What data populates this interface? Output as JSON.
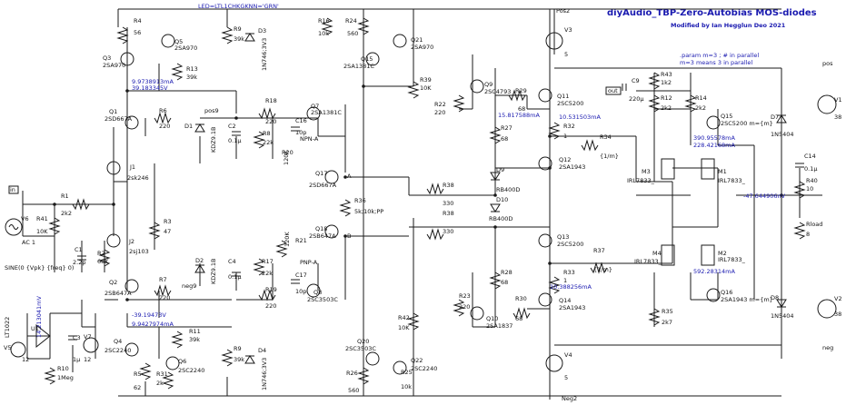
{
  "title": "diyAudio_TBP-Zero-Autobias MOS-diodes",
  "subtitle": "Modified by Ian Hegglun Deo 2021",
  "led_directive": "LED=LTL1CHKGKNN='GRN'",
  "param_note1": ".param m=3 ; # in parallel",
  "param_note2": "m=3 means 3 in parallel",
  "nets": {
    "pos2": "Pos2",
    "neg2": "Neg2",
    "pos": "pos",
    "neg": "neg",
    "pos9": "pos9",
    "neg9": "neg9",
    "npn": "NPN-A",
    "pnp": "PNP-A",
    "a": "A",
    "b": "B",
    "out": "out",
    "in": "in"
  },
  "voltage_readouts": {
    "v1": "9.9738913mA",
    "v2": "39.183345V",
    "v3": "-39.19473V",
    "v4": "9.9427974mA",
    "v5": "15.817588mA",
    "v6": "10.531503mA",
    "v7": "390.95578mA",
    "v8": "228.42168mA",
    "v9": "-47.644906nV",
    "v10": "592.28314mA",
    "v11": "10.388256mA",
    "v12": "14.213041mV"
  },
  "components": {
    "R4": "R4",
    "R4v": "56",
    "Q5": "Q5",
    "Q5p": "2SA970",
    "Q3": "Q3",
    "Q3p": "2SA970",
    "R13": "R13",
    "R13v": "39k",
    "R9t": "R9",
    "R9tv": "39k",
    "D3": "D3",
    "D3p": "1N746;3V3",
    "R16": "R16",
    "R16v": "10k",
    "R24": "R24",
    "R24v": "560",
    "Q21": "Q21",
    "Q21p": "2SA970",
    "Q15": "Q15",
    "Q15p": "2SA1381C",
    "R39": "R39",
    "R39v": "10K",
    "Q9": "Q9",
    "Q9p": "2SC4793",
    "R22": "R22",
    "R22v": "220",
    "R29": "R29",
    "R29v": "68",
    "Q11": "Q11",
    "Q11p": "2SC5200",
    "V3": "V3",
    "V3v": "5",
    "C9": "C9",
    "C9v": "220µ",
    "R43": "R43",
    "R43v": "1k2",
    "R12": "R12",
    "R12v": "2k2",
    "R14": "R14",
    "R14v": "2k2",
    "Q15b": "Q15",
    "Q15bp": "2SC5200 m={m}",
    "D7": "D7",
    "D7p": "1N5404",
    "V1": "V1",
    "V1v": "38",
    "Q1": "Q1",
    "Q1p": "2SD667A",
    "R6": "R6",
    "R6v": "220",
    "D1": "D1",
    "D1p": "KDZ9.1B",
    "C2": "C2",
    "C2v": "0.1µ",
    "R18": "R18",
    "R18v": "220",
    "Q7": "Q7",
    "Q7p": "2SA1381C",
    "C16": "C16",
    "C16v": "10p",
    "R8": "R8",
    "R8v": "22k",
    "R20": "R20",
    "R20v": "120K",
    "R27": "R27",
    "R27v": "68",
    "R32": "R32",
    "R32v": "1",
    "R34": "R34",
    "R34v": "{1/m}",
    "Q12": "Q12",
    "Q12p": "2SA1943",
    "M3": "M3",
    "M3p": "IRL7833_",
    "M1": "M1",
    "M1p": "IRL7833_",
    "C14": "C14",
    "C14v": "0.1µ",
    "R40": "R40",
    "R40v": "10",
    "R41": "R41",
    "R41v": "10K",
    "R1": "R1",
    "R1v": "2k2",
    "V6": "V6",
    "V6v": "AC 1",
    "V6s": "SINE(0 {Vpk} {freq} 0)",
    "J1": "J1",
    "J1p": "2sk246",
    "Q17": "Q17",
    "Q17p": "2SD667A",
    "R36": "R36",
    "R36v": "5k;10k;PP",
    "D9": "D9",
    "D9p": "RB400D",
    "D10": "D10",
    "D10p": "RB400D",
    "R38a": "R38",
    "R38av": "330",
    "R38b": "R38",
    "R38bv": "330",
    "R3": "R3",
    "R3v": "47",
    "Rload": "Rload",
    "Rloadv": "8",
    "C1": "C1",
    "C1v": "2.2p",
    "R2": "R2",
    "R2v": "68K",
    "J2": "J2",
    "J2p": "2sj103",
    "R21": "R21",
    "R21v": "120K",
    "R17": "R17",
    "R17v": "22k",
    "Q18": "Q18",
    "Q18p": "2SB647A",
    "Q13": "Q13",
    "Q13p": "2SC5200",
    "M4": "M4",
    "M4p": "IRL7833_",
    "M2": "M2",
    "M2p": "IRL7833_",
    "R37": "R37",
    "R37v": "{1/m}",
    "Q2": "Q2",
    "Q2p": "2SB647A",
    "R7": "R7",
    "R7v": "220",
    "D2": "D2",
    "D2p": "KDZ9.1B",
    "C4": "C4",
    "C4v": "0.1µ",
    "R19": "R19",
    "R19v": "220",
    "C17": "C17",
    "C17v": "10p",
    "Q8": "Q8",
    "Q8p": "2SC3503C",
    "R23": "R23",
    "R23v": "220",
    "R28": "R28",
    "R28v": "68",
    "R33": "R33",
    "R33v": "1",
    "R35": "R35",
    "R35v": "2k7",
    "Q16": "Q16",
    "Q16p": "2SA1943 m={m}",
    "D8": "D8",
    "D8p": "1N5404",
    "V2": "V2",
    "V2v": "38",
    "R30": "R30",
    "R30v": "68",
    "Q14": "Q14",
    "Q14p": "2SA1943",
    "Q10": "Q10",
    "Q10p": "2SA1837",
    "LT1022": "LT1022",
    "U1": "U1",
    "V7": "V7",
    "V7v": "12",
    "V5": "V5",
    "V5v": "12",
    "C3": "C3",
    "C3v": "1µ",
    "R10": "R10",
    "R10v": "1Meg",
    "Q4": "Q4",
    "Q4p": "2SC2240",
    "R11": "R11",
    "R11v": "39k",
    "Q6": "Q6",
    "Q6p": "2SC2240",
    "R5": "R5",
    "R5v": "62",
    "R31": "R31",
    "R31v": "2k",
    "R9b": "R9",
    "R9bv": "39k",
    "D4": "D4",
    "D4p": "1N746;3V3",
    "R42": "R42",
    "R42v": "10K",
    "Q20": "Q20",
    "Q20p": "2SC3503C",
    "Q22": "Q22",
    "Q22p": "2SC2240",
    "R26": "R26",
    "R26v": "560",
    "R25": "R25",
    "R25v": "10k",
    "V4": "V4",
    "V4v": "5"
  }
}
